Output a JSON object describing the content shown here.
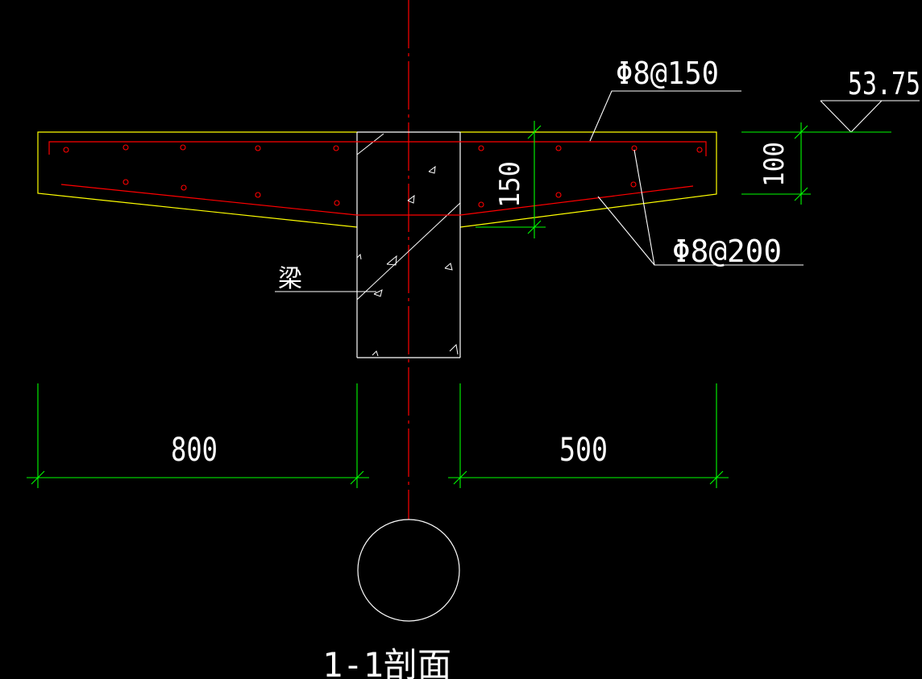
{
  "drawing": {
    "labels": {
      "top_rebar": "Φ8@150",
      "bottom_rebar": "Φ8@200",
      "elevation": "53.75",
      "slab_thickness": "100",
      "haunch_depth": "150",
      "beam": "梁",
      "left_span": "800",
      "right_span": "500",
      "section_title": "1-1剖面"
    },
    "colors": {
      "background": "#000000",
      "outline": "#ffff00",
      "rebar": "#ff0000",
      "dimension": "#00ff00",
      "centerline": "#ff0000",
      "text": "#ffffff",
      "leader": "#ffffff"
    }
  }
}
